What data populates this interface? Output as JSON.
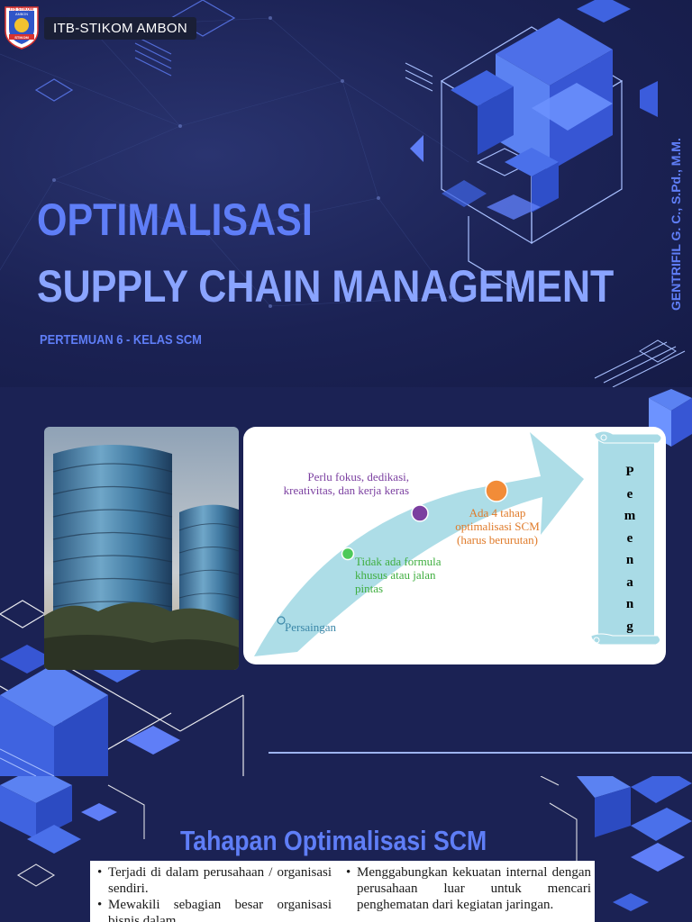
{
  "slide1": {
    "logo": {
      "line1": "ITB STIKOM",
      "line2": "AMBON",
      "ribbon": "STIKOM"
    },
    "brand": "ITB-STIKOM AMBON",
    "title_line1": "OPTIMALISASI",
    "title_line2": "SUPPLY CHAIN MANAGEMENT",
    "subtitle": "PERTEMUAN 6 - KELAS SCM",
    "author": "GENTRIFIL G. C., S.Pd., M.M."
  },
  "slide2": {
    "diagram": {
      "fokus": "Perlu fokus, dedikasi, kreativitas, dan kerja keras",
      "tahap": "Ada 4 tahap optimalisasi SCM (harus berurutan)",
      "formula": "Tidak ada formula khusus atau jalan pintas",
      "persaingan": "Persaingan",
      "pemenang": [
        "P",
        "e",
        "m",
        "e",
        "n",
        "a",
        "n",
        "g"
      ]
    }
  },
  "slide3": {
    "heading": "Tahapan Optimalisasi SCM",
    "left_items": [
      "Terjadi di dalam perusahaan / organisasi sendiri.",
      "Mewakili sebagian besar organisasi bisnis dalam"
    ],
    "right_items": [
      "Menggabungkan kekuatan internal dengan perusahaan luar untuk mencari penghematan dari kegiatan jaringan."
    ]
  },
  "colors": {
    "background": "#1b2254",
    "title_blue": "#5f7ef7",
    "accent_light": "#9db4f0",
    "arrow_cyan": "#a9dbe6"
  }
}
